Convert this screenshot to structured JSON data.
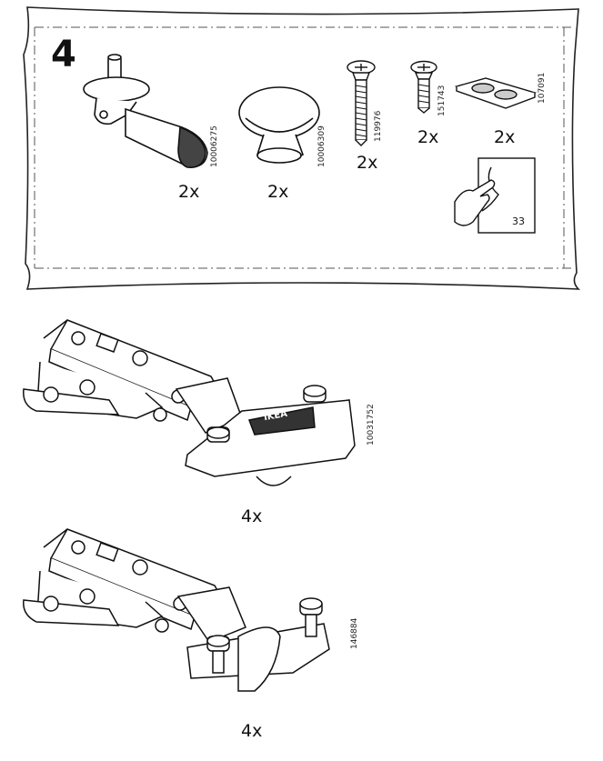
{
  "step": {
    "number": "4"
  },
  "parts": [
    {
      "name": "wrench-handle",
      "code": "10006275",
      "quantity": "2x"
    },
    {
      "name": "knob",
      "code": "10006309",
      "quantity": "2x"
    },
    {
      "name": "long-screw",
      "code": "119976",
      "quantity": "2x"
    },
    {
      "name": "short-screw",
      "code": "151743",
      "quantity": "2x"
    },
    {
      "name": "bumper-pads",
      "code": "107091",
      "quantity": "2x"
    }
  ],
  "page_reference": {
    "label": "33"
  },
  "hinges": [
    {
      "name": "hinge-1",
      "brand_mark": "IKEA",
      "code": "10031752",
      "quantity": "4x"
    },
    {
      "name": "hinge-2",
      "code": "146884",
      "quantity": "4x"
    }
  ]
}
